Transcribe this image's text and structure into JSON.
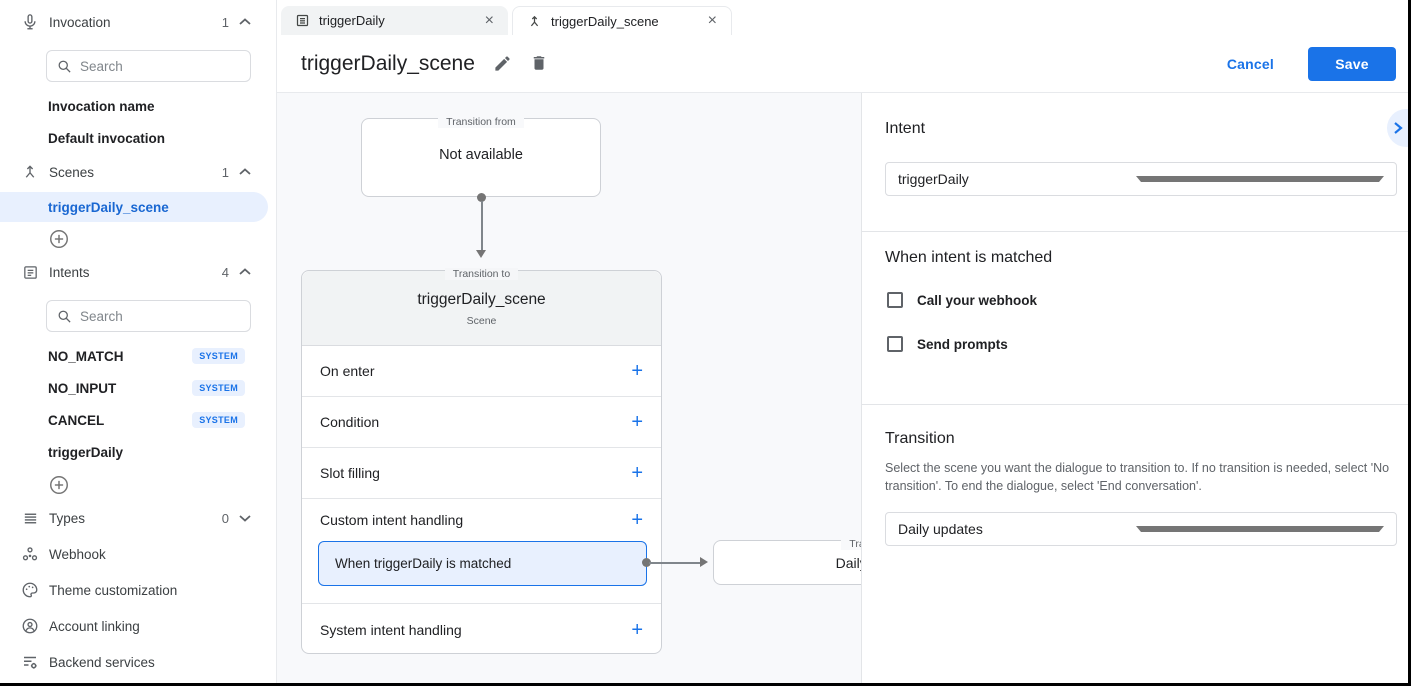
{
  "icons": {
    "plus": "+",
    "close": "×"
  },
  "colors": {
    "accent": "#1a73e8",
    "selection_bg": "#e8f0fe",
    "badge_bg": "#e8f0fe",
    "badge_text": "#1a73e8"
  },
  "sidebar": {
    "invocation": {
      "label": "Invocation",
      "count": "1",
      "search_placeholder": "Search",
      "items": [
        {
          "label": "Invocation name"
        },
        {
          "label": "Default invocation"
        }
      ]
    },
    "scenes": {
      "label": "Scenes",
      "count": "1",
      "selected_item": "triggerDaily_scene"
    },
    "intents": {
      "label": "Intents",
      "count": "4",
      "search_placeholder": "Search",
      "items": [
        {
          "name": "NO_MATCH",
          "badge": "SYSTEM"
        },
        {
          "name": "NO_INPUT",
          "badge": "SYSTEM"
        },
        {
          "name": "CANCEL",
          "badge": "SYSTEM"
        },
        {
          "name": "triggerDaily",
          "badge": ""
        }
      ]
    },
    "types": {
      "label": "Types",
      "count": "0"
    },
    "links": [
      {
        "label": "Webhook"
      },
      {
        "label": "Theme customization"
      },
      {
        "label": "Account linking"
      },
      {
        "label": "Backend services"
      }
    ]
  },
  "tabs": [
    {
      "label": "triggerDaily"
    },
    {
      "label": "triggerDaily_scene"
    }
  ],
  "header": {
    "title": "triggerDaily_scene",
    "cancel_label": "Cancel",
    "save_label": "Save"
  },
  "canvas": {
    "transition_from": {
      "legend": "Transition from",
      "text": "Not available"
    },
    "scene_card": {
      "legend": "Transition to",
      "title": "triggerDaily_scene",
      "subtitle": "Scene",
      "rows": [
        {
          "label": "On enter"
        },
        {
          "label": "Condition"
        },
        {
          "label": "Slot filling"
        },
        {
          "label": "Custom intent handling"
        },
        {
          "label": "System intent handling"
        }
      ],
      "matched_intent": "When triggerDaily is matched"
    },
    "target_card": {
      "legend": "Transition to",
      "text": "Daily updates"
    }
  },
  "panel": {
    "intent": {
      "heading": "Intent",
      "value": "triggerDaily"
    },
    "matched": {
      "heading": "When intent is matched",
      "checkboxes": [
        {
          "label": "Call your webhook"
        },
        {
          "label": "Send prompts"
        }
      ]
    },
    "transition": {
      "heading": "Transition",
      "description": "Select the scene you want the dialogue to transition to. If no transition is needed, select 'No transition'. To end the dialogue, select 'End conversation'.",
      "value": "Daily updates"
    }
  }
}
